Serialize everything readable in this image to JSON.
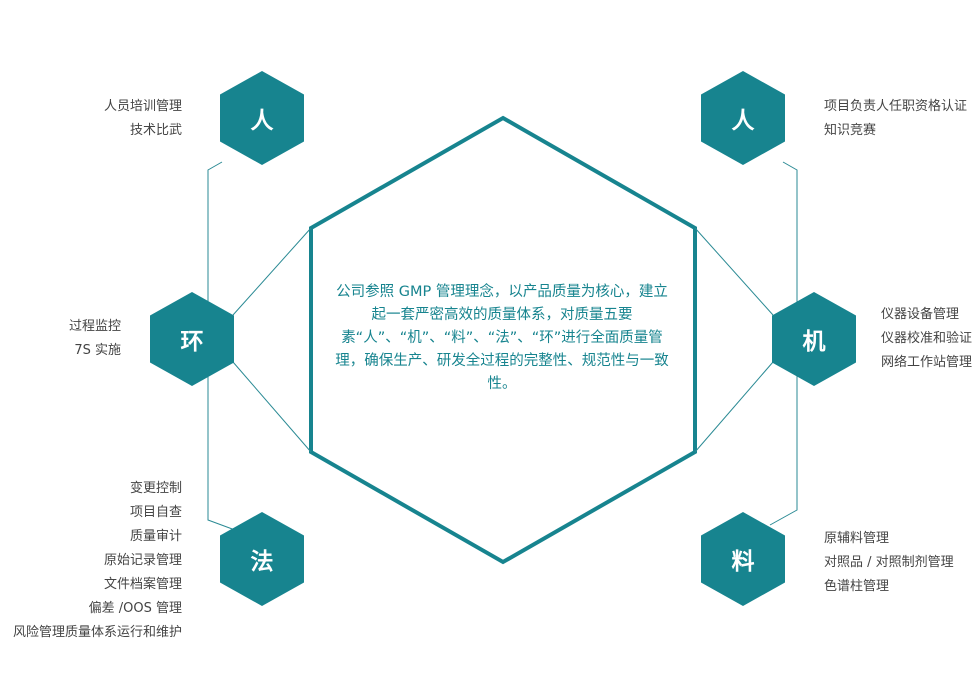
{
  "colors": {
    "accent": "#17848f",
    "line": "#2a8a94",
    "text": "#444444"
  },
  "center": {
    "text": "公司参照 GMP 管理理念，以产品质量为核心，建立起一套严密高效的质量体系，对质量五要素“人”、“机”、“料”、“法”、“环”进行全面质量管理，确保生产、研发全过程的完整性、规范性与一致性。"
  },
  "nodes": {
    "top_left": {
      "label": "人",
      "notes": [
        "人员培训管理",
        "技术比武"
      ]
    },
    "top_right": {
      "label": "人",
      "notes": [
        "项目负责人任职资格认证",
        "知识竞赛"
      ]
    },
    "mid_left": {
      "label": "环",
      "notes": [
        "过程监控",
        "7S 实施"
      ]
    },
    "mid_right": {
      "label": "机",
      "notes": [
        "仪器设备管理",
        "仪器校准和验证",
        "网络工作站管理"
      ]
    },
    "bottom_left": {
      "label": "法",
      "notes": [
        "变更控制",
        "项目自查",
        "质量审计",
        "原始记录管理",
        "文件档案管理",
        "偏差 /OOS 管理",
        "风险管理质量体系运行和维护"
      ]
    },
    "bottom_right": {
      "label": "料",
      "notes": [
        "原辅料管理",
        "对照品 / 对照制剂管理",
        "色谱柱管理"
      ]
    }
  }
}
